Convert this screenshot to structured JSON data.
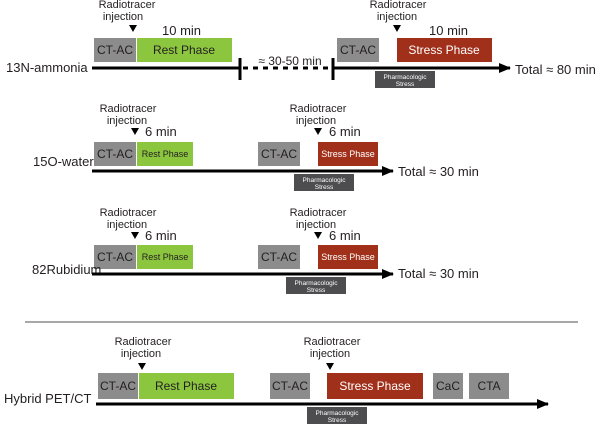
{
  "colors": {
    "ctac": "#8c8c8c",
    "rest": "#8cc63f",
    "stress": "#a0301a",
    "pharm": "#4d4d4f",
    "axis": "#000000",
    "separator": "#8c8c8c",
    "text": "#231f20"
  },
  "labels": {
    "radiotracer": "Radiotracer",
    "injection": "injection",
    "ctac": "CT-AC",
    "rest": "Rest Phase",
    "stress": "Stress Phase",
    "pharm_line1": "Pharmacologic",
    "pharm_line2": "Stress",
    "cac": "CaC",
    "cta": "CTA",
    "gap": "≈ 30-50 min"
  },
  "protocols": [
    {
      "name": "13N-ammonia",
      "rest_duration": "10 min",
      "stress_duration": "10 min",
      "total": "Total ≈ 80 min"
    },
    {
      "name": "15O-water",
      "rest_duration": "6 min",
      "stress_duration": "6 min",
      "total": "Total ≈ 30 min"
    },
    {
      "name": "82Rubidium",
      "rest_duration": "6 min",
      "stress_duration": "6 min",
      "total": "Total ≈ 30 min"
    },
    {
      "name": "Hybrid PET/CT"
    }
  ]
}
